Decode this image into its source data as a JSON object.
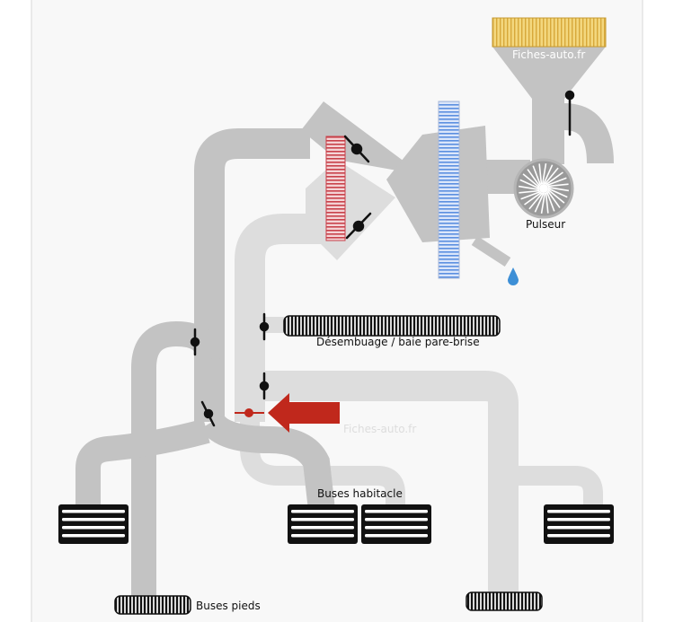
{
  "labels": {
    "pulseur": "Pulseur",
    "desembuage": "Désembuage / baie pare-brise",
    "buses_habitacle": "Buses habitacle",
    "buses_pieds": "Buses pieds"
  },
  "watermarks": {
    "top": "Fiches-auto.fr",
    "middle": "Fiches-auto.fr"
  },
  "colors": {
    "duct_dark": "#c3c3c3",
    "duct_light": "#dddddd",
    "heater": "#c8414a",
    "evaporator": "#5b8fe0",
    "filter": "#e8c45a",
    "arrow": "#c0281c",
    "drop": "#3d8fd6"
  },
  "icons": {
    "blower": "fan-icon",
    "drop": "water-drop-icon",
    "arrow": "arrow-left-icon"
  }
}
